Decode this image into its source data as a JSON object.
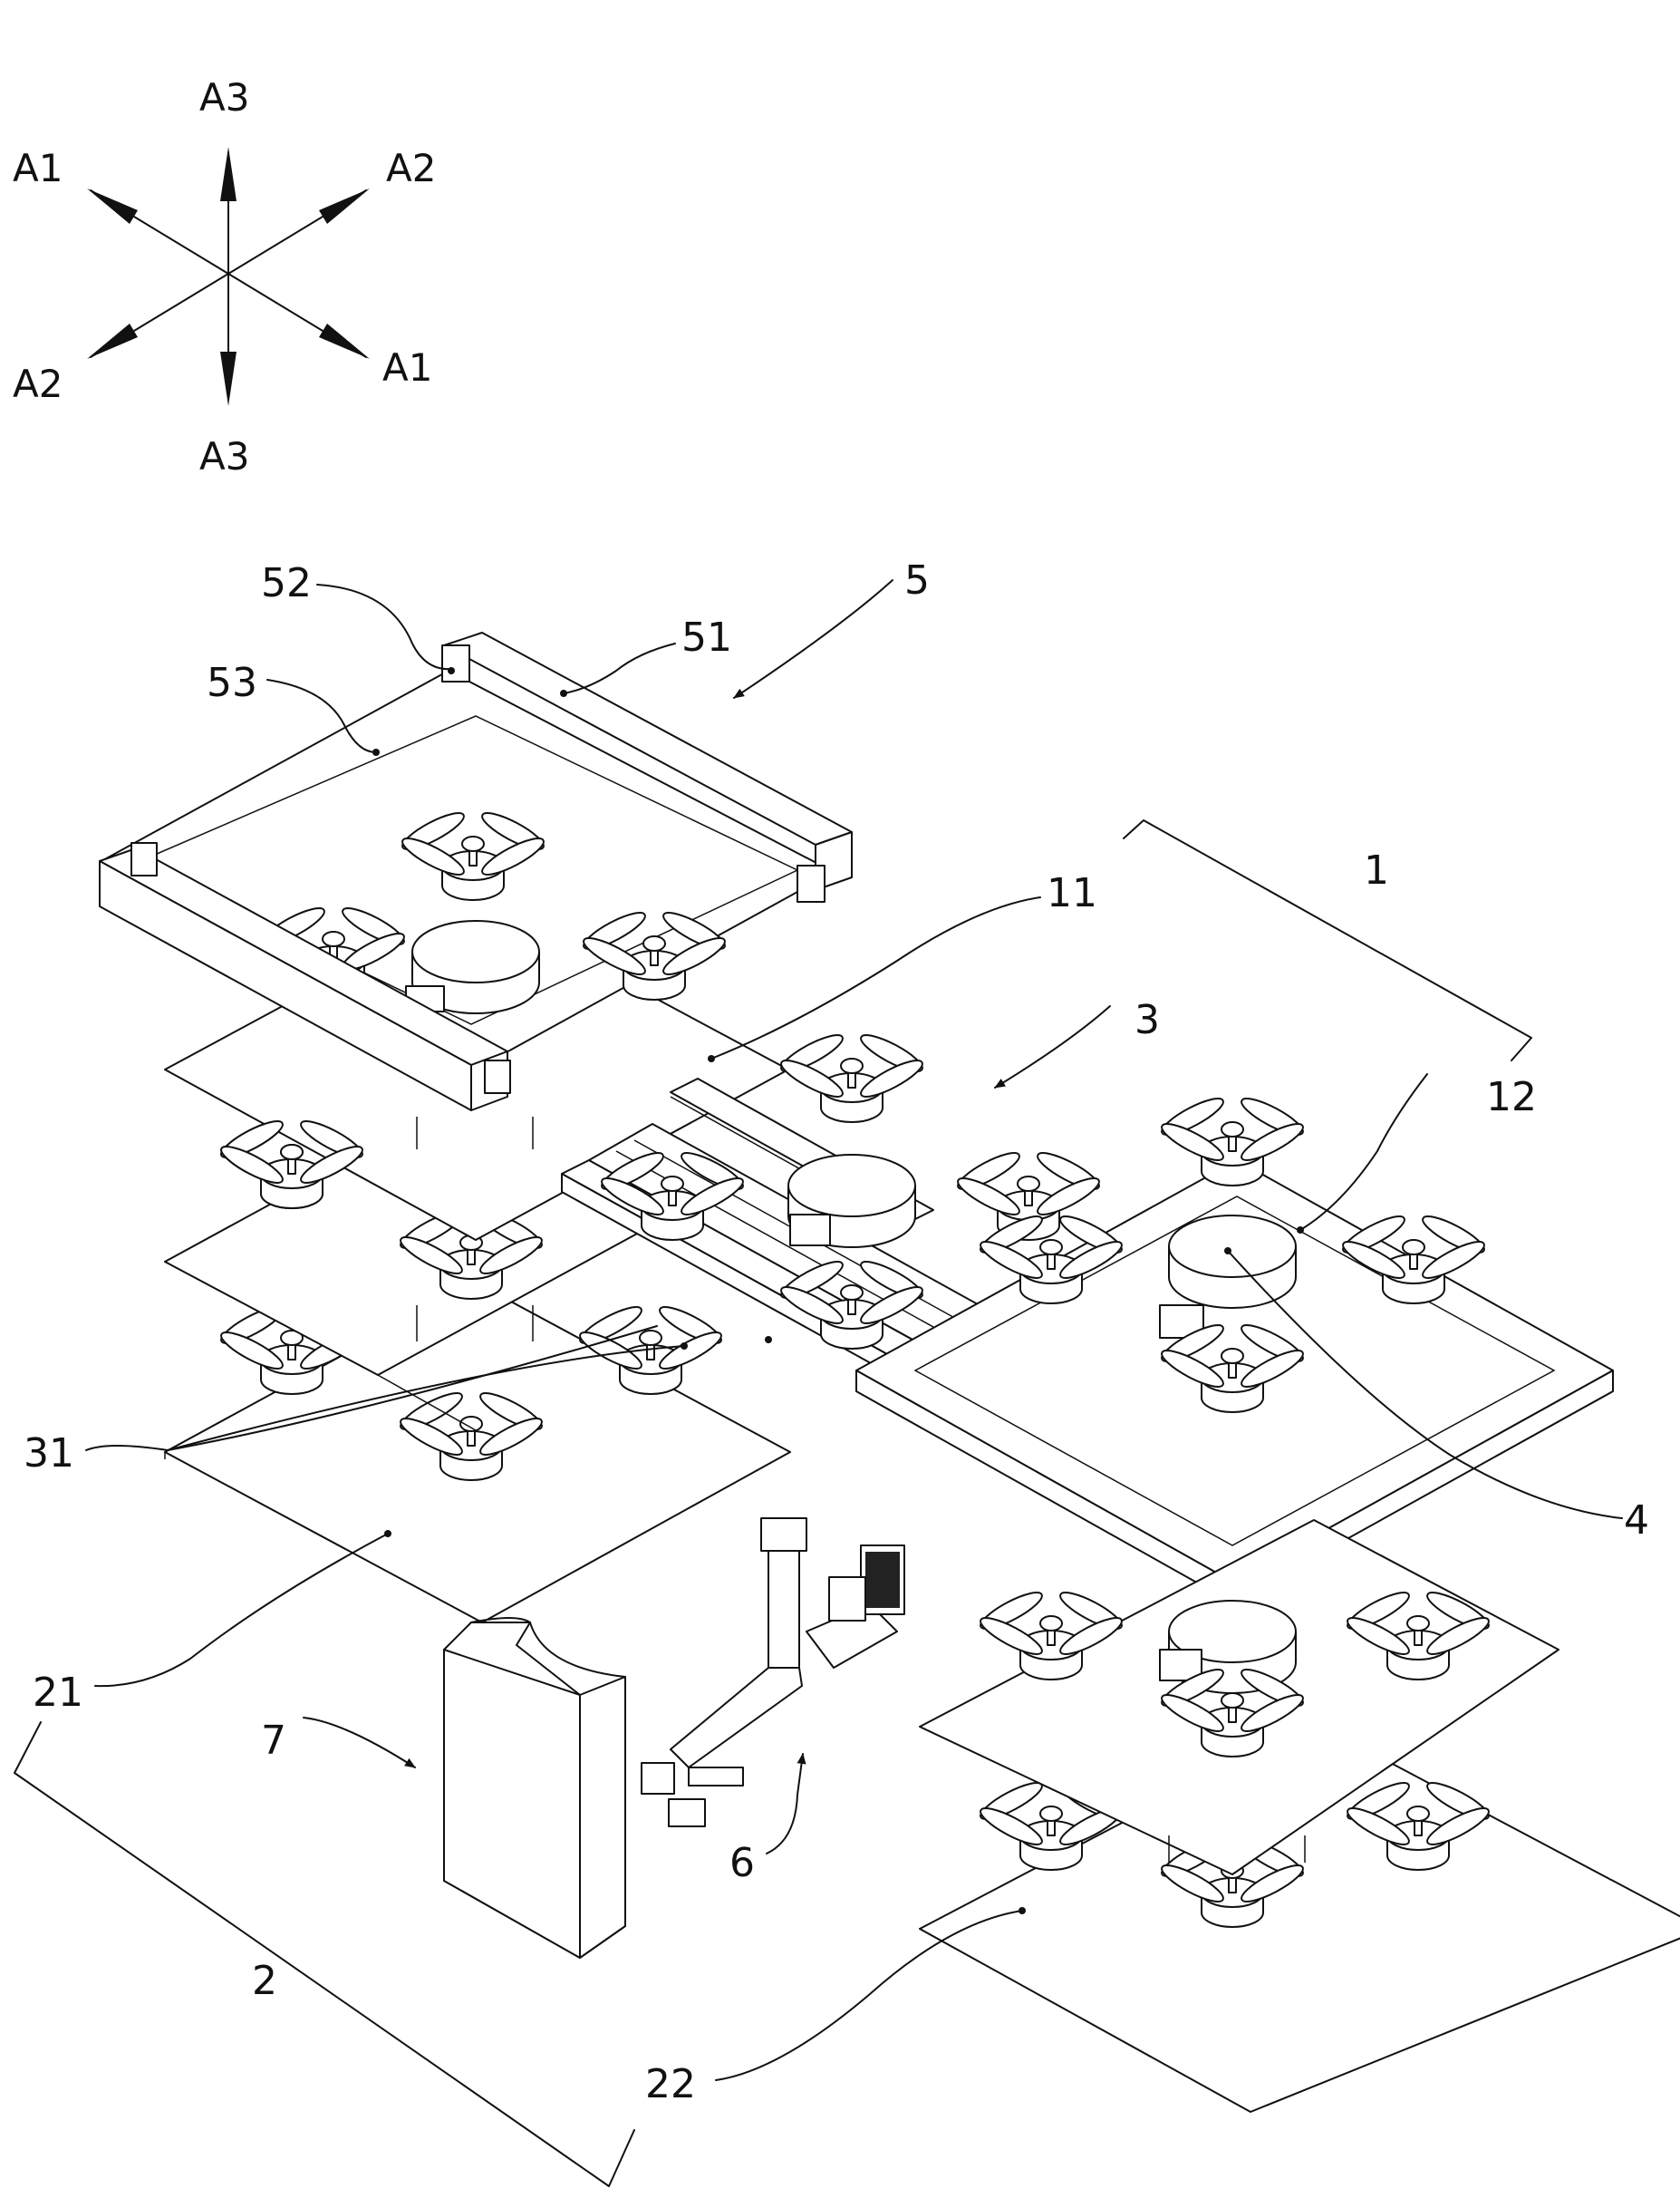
{
  "axes": {
    "a3_top": "A3",
    "a1_left": "A1",
    "a2_right": "A2",
    "a2_left": "A2",
    "a1_right": "A1",
    "a3_bottom": "A3"
  },
  "labels": {
    "l52": "52",
    "l51": "51",
    "l5": "5",
    "l53": "53",
    "l11": "11",
    "l1": "1",
    "l3": "3",
    "l12": "12",
    "l31": "31",
    "l4": "4",
    "l21": "21",
    "l7": "7",
    "l6": "6",
    "l2": "2",
    "l22": "22"
  },
  "colors": {
    "line": "#111111",
    "background": "#ffffff"
  }
}
